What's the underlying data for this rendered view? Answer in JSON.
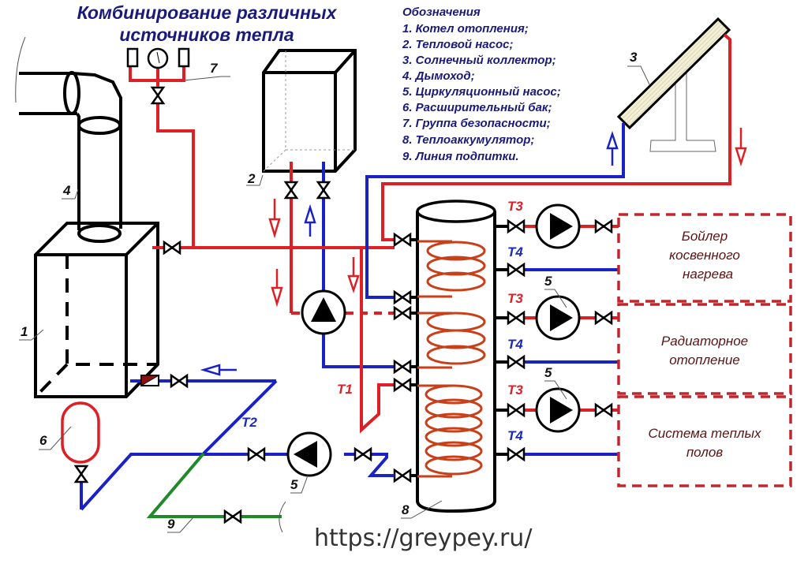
{
  "title": {
    "line1": "Комбинирование различных",
    "line2": "источников тепла"
  },
  "legend": {
    "heading": "Обозначения",
    "items": [
      "1. Котел отопления;",
      "2. Тепловой насос;",
      "3. Солнечный коллектор;",
      "4. Дымоход;",
      "5. Циркуляционный насос;",
      "6. Расширительный бак;",
      "7. Группа безопасности;",
      "8. Теплоаккумулятор;",
      "9. Линия подпитки."
    ]
  },
  "components": {
    "boiler": {
      "number": "1",
      "icon": "boiler-icon"
    },
    "heat_pump": {
      "number": "2",
      "icon": "heat-pump-icon"
    },
    "solar_collector": {
      "number": "3",
      "icon": "solar-collector-icon"
    },
    "chimney": {
      "number": "4",
      "icon": "chimney-icon"
    },
    "circ_pump_main": {
      "number": "5",
      "icon": "pump-icon"
    },
    "circ_pump_radiator": {
      "number": "5",
      "icon": "pump-icon"
    },
    "circ_pump_floor": {
      "number": "5",
      "icon": "pump-icon"
    },
    "expansion_tank": {
      "number": "6",
      "icon": "expansion-tank-icon"
    },
    "safety_group": {
      "number": "7",
      "icon": "safety-group-icon"
    },
    "heat_accumulator": {
      "number": "8",
      "icon": "tank-icon"
    },
    "makeup_line": {
      "number": "9",
      "icon": "pipe-icon"
    }
  },
  "pipe_labels": {
    "t1": "T1",
    "t2": "T2",
    "t3": "T3",
    "t4": "T4"
  },
  "consumers": [
    {
      "line1": "Бойлер",
      "line2": "косвенного",
      "line3": "нагрева"
    },
    {
      "line1": "Радиаторное",
      "line2": "отопление"
    },
    {
      "line1": "Система теплых",
      "line2": "полов"
    }
  ],
  "colors": {
    "supply": "#dd1f26",
    "return": "#1a22c4",
    "makeup": "#1f8a2a",
    "coil": "#c8401a",
    "title": "#1a1a7a"
  },
  "watermark": "https://greypey.ru/"
}
